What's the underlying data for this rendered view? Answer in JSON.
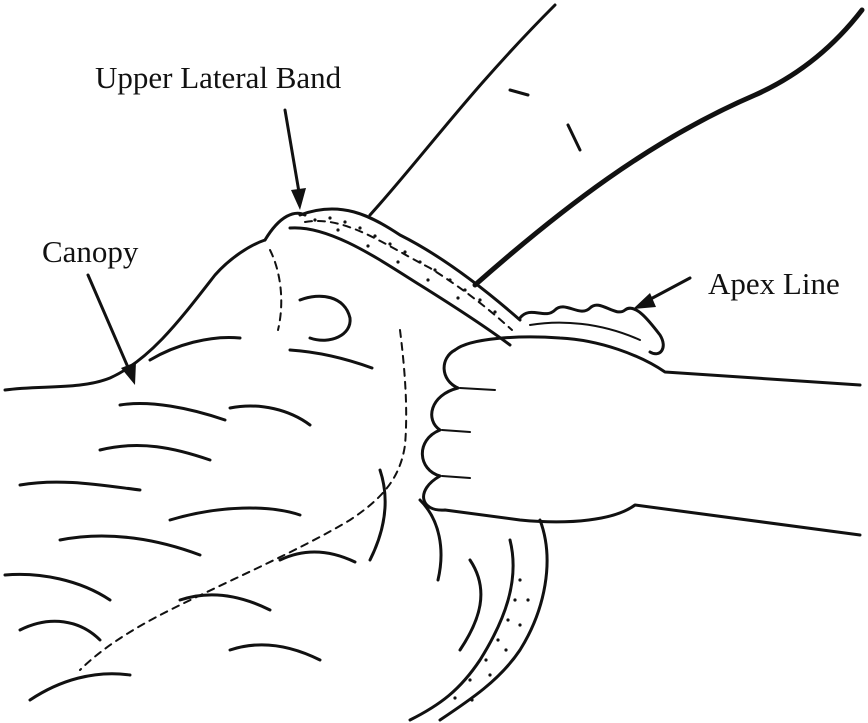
{
  "diagram": {
    "labels": {
      "upper_lateral_band": "Upper Lateral Band",
      "canopy": "Canopy",
      "apex_line": "Apex Line"
    },
    "colors": {
      "ink": "#111111",
      "background": "#ffffff"
    }
  }
}
